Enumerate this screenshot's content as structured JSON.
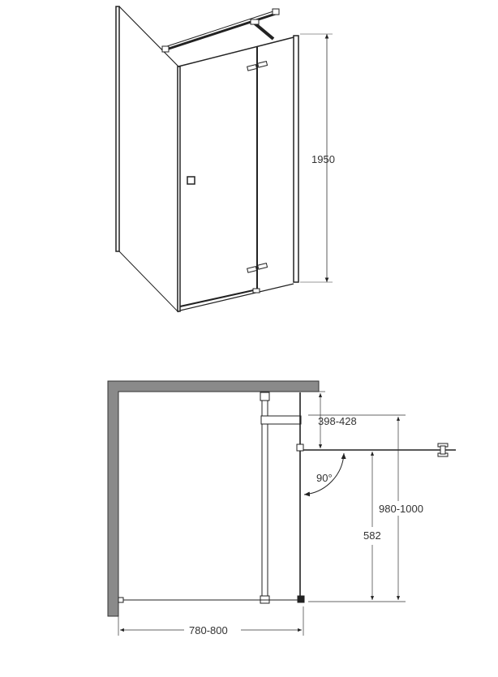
{
  "iso_view": {
    "height_label": "1950"
  },
  "plan_view": {
    "width_label": "780-800",
    "fixed_offset_label": "398-428",
    "depth_label": "980-1000",
    "door_width_label": "582",
    "angle_label": "90°"
  },
  "colors": {
    "line": "#222222",
    "wall": "#8a8a8a",
    "dimension": "#333333"
  }
}
